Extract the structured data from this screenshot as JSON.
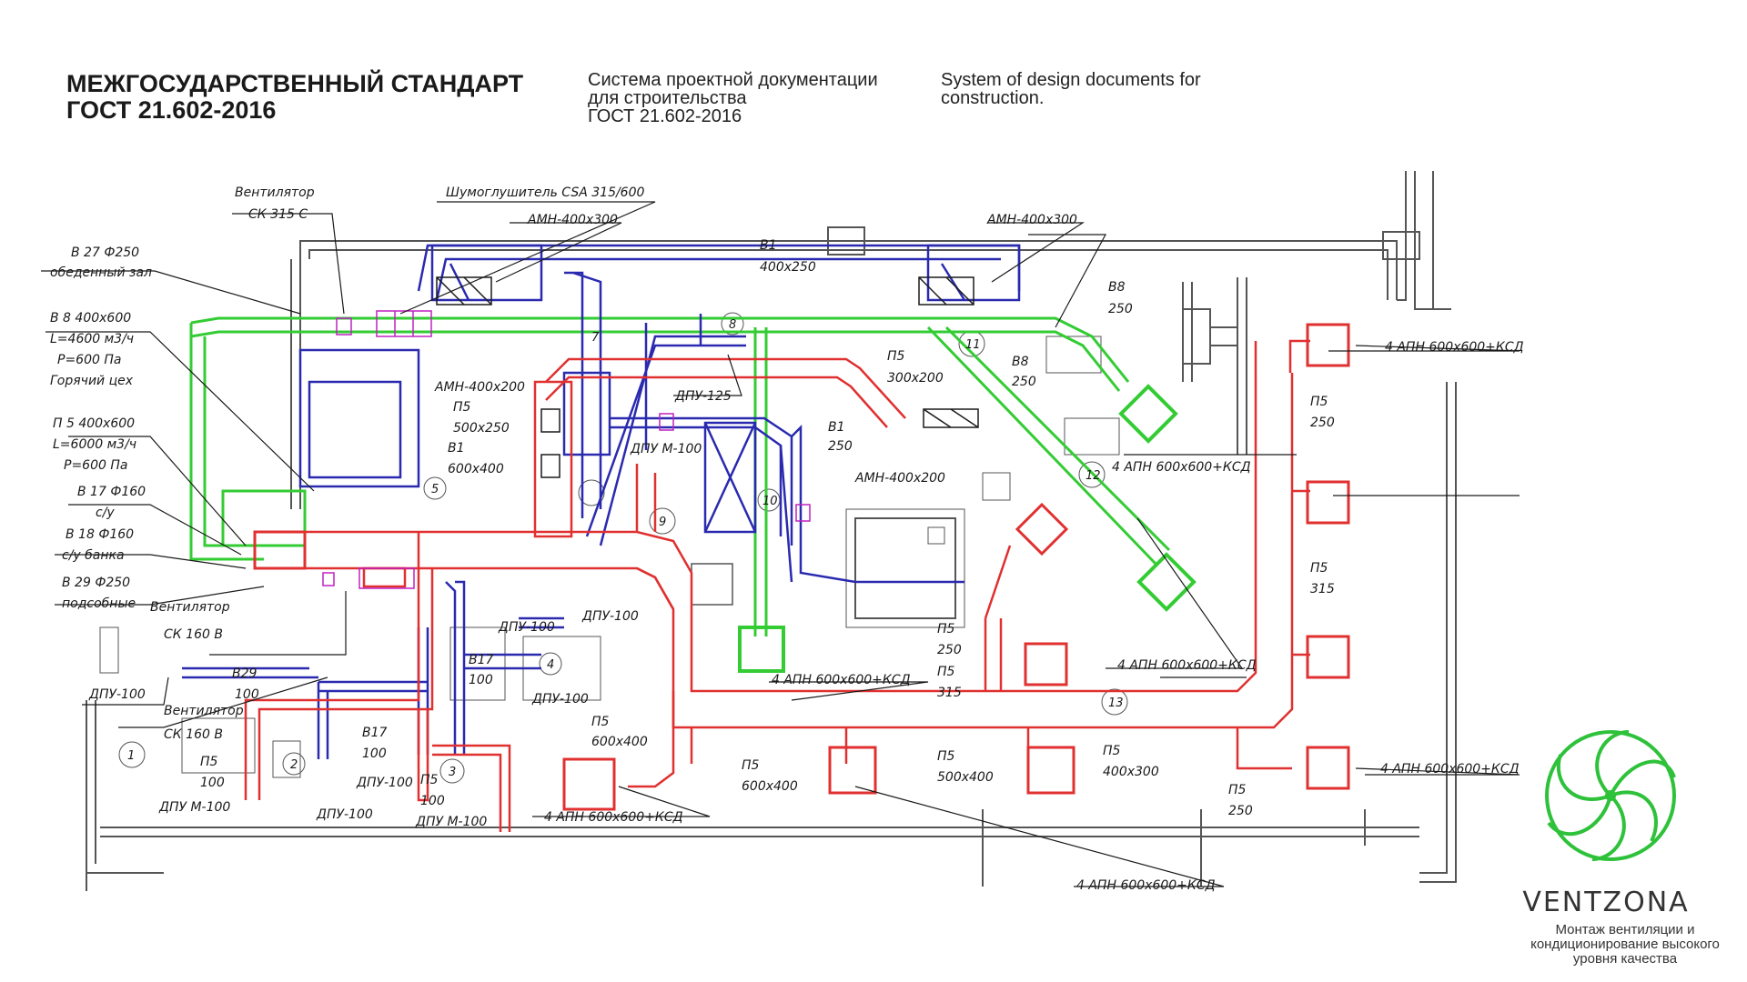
{
  "header": {
    "title_line1": "МЕЖГОСУДАРСТВЕННЫЙ СТАНДАРТ",
    "title_line2": "ГОСТ 21.602-2016",
    "ru_line1": "Система проектной документации",
    "ru_line2": "для строительства",
    "ru_line3": "ГОСТ 21.602-2016",
    "en_line1": "System of design documents for",
    "en_line2": "construction."
  },
  "plan_labels": {
    "fan_1": "Вентилятор",
    "fan_1_model": "СК 315 С",
    "silencer": "Шумоглушитель CSA 315/600",
    "amn_top_1": "АМН-400х300",
    "amn_top_2": "АМН-400х300",
    "v27": "В 27 Ф250",
    "v27_desc": "обеденный зал",
    "v8": "В 8 400х600",
    "v8_l": "L=4600 м3/ч",
    "v8_p": "P=600 Па",
    "v8_desc": "Горячий цех",
    "p5_a": "П 5 400х600",
    "p5_a_l": "L=6000 м3/ч",
    "p5_a_p": "P=600 Па",
    "v17": "В 17 Ф160",
    "v17_desc": "с/у",
    "v18": "В 18 Ф160",
    "v18_desc": "с/у банка",
    "v29": "В 29 Ф250",
    "v29_desc": "подсобные",
    "fan_2": "Вентилятор",
    "fan_2_model": "СК 160 В",
    "fan_3": "Вентилятор",
    "fan_3_model": "СК 160 В",
    "dpu100_a": "ДПУ-100",
    "b29": "В29",
    "b29_size": "100",
    "b1_top": "В1",
    "b1_top_size": "400х250",
    "amn_400x200": "АМН-400х200",
    "p5_500x250": "П5",
    "p5_500x250_size": "500х250",
    "b1_600x400": "В1",
    "b1_600x400_size": "600х400",
    "p5_300x200": "П5",
    "p5_300x200_size": "300х200",
    "dpu125": "ДПУ-125",
    "dpu_m100_a": "ДПУ М-100",
    "b1_250": "В1",
    "b1_250_size": "250",
    "amn_400x200_b": "АМН-400х200",
    "b8_a": "В8",
    "b8_a_size": "250",
    "b8_b": "В8",
    "b8_b_size": "250",
    "apn_1": "4 АПН 600х600+КСД",
    "apn_2": "4 АПН 600х600+КСД",
    "apn_3": "4 АПН 600х600+КСД",
    "apn_4": "4 АПН 600х600+КСД",
    "apn_5": "4 АПН 600х600+КСД",
    "apn_6": "4 АПН 600х600+КСД",
    "apn_7": "4 АПН 600х600+КСД",
    "p5_250_a": "П5",
    "p5_250_a_size": "250",
    "p5_315_a": "П5",
    "p5_315_a_size": "315",
    "p5_250_b": "П5",
    "p5_250_b_size": "250",
    "p5_315_b": "П5",
    "p5_315_b_size": "315",
    "p5_600x400_a": "П5",
    "p5_600x400_a_size": "600х400",
    "p5_600x400_b": "П5",
    "p5_600x400_b_size": "600х400",
    "p5_500x400": "П5",
    "p5_500x400_size": "500х400",
    "p5_400x300": "П5",
    "p5_400x300_size": "400х300",
    "p5_250_c": "П5",
    "p5_250_c_size": "250",
    "dpu100_b": "ДПУ-100",
    "dpu100_c": "ДПУ-100",
    "dpu100_d": "ДПУ-100",
    "dpu100_e": "ДПУ-100",
    "dpu100_f": "ДПУ-100",
    "b17_a": "В17",
    "b17_a_size": "100",
    "b17_b": "В17",
    "b17_b_size": "100",
    "p5_100_a": "П5",
    "p5_100_a_size": "100",
    "p5_100_b": "П5",
    "p5_100_b_size": "100",
    "dpu_m100_b": "ДПУ М-100",
    "dpu_m100_c": "ДПУ М-100",
    "n1": "1",
    "n2": "2",
    "n3": "3",
    "n4": "4",
    "n5": "5",
    "n7": "7",
    "n8": "8",
    "n9": "9",
    "n10": "10",
    "n11": "11",
    "n12": "12",
    "n13": "13"
  },
  "brand": {
    "name": "VENTZONA",
    "tagline_1": "Монтаж вентиляции и",
    "tagline_2": "кондиционирование высокого",
    "tagline_3": "уровня качества",
    "color": "#2ec13a"
  },
  "colors": {
    "supply": "#e03030",
    "exhaust": "#2a2ab0",
    "exhaust_green": "#33cc33",
    "walls": "#555555"
  }
}
